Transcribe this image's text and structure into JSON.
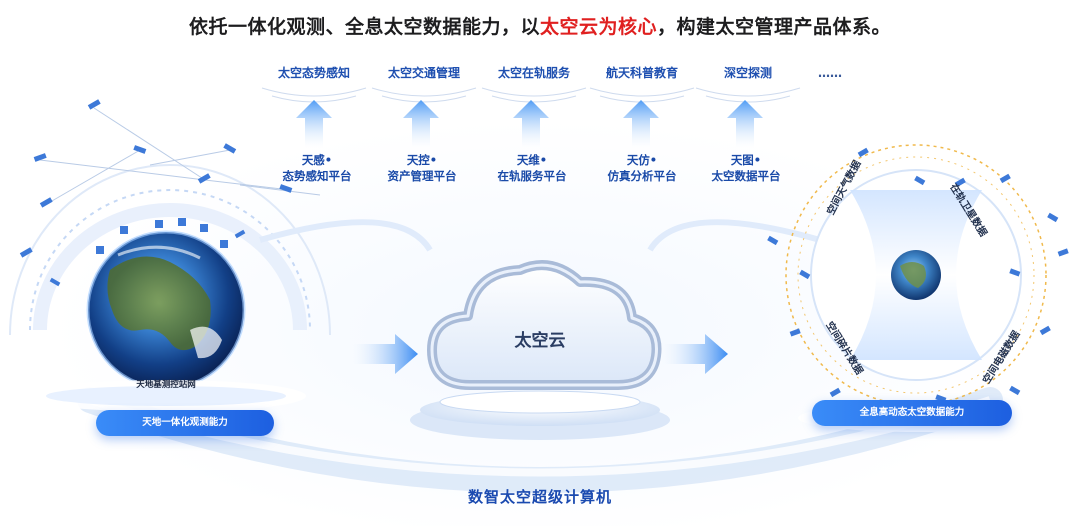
{
  "headline": {
    "prefix": "依托一体化观测、全息太空数据能力，以",
    "highlight": "太空云为核心",
    "suffix": "，构建太空管理产品体系。"
  },
  "products": [
    "太空态势感知",
    "太空交通管理",
    "太空在轨服务",
    "航天科普教育",
    "深空探测",
    "……"
  ],
  "platforms": [
    {
      "line1": "天感•",
      "line2": "态势感知平台"
    },
    {
      "line1": "天控•",
      "line2": "资产管理平台"
    },
    {
      "line1": "天维•",
      "line2": "在轨服务平台"
    },
    {
      "line1": "天仿•",
      "line2": "仿真分析平台"
    },
    {
      "line1": "天图•",
      "line2": "太空数据平台"
    }
  ],
  "cloud": {
    "label": "太空云"
  },
  "left": {
    "station_label": "天地基测控站网",
    "capability": "天地一体化观测能力"
  },
  "right": {
    "capability": "全息高动态太空数据能力",
    "ring": [
      "空间天气数据",
      "在轨卫星数据",
      "空间碎片数据",
      "空间电磁数据"
    ]
  },
  "bottom": {
    "label": "数智太空超级计算机"
  },
  "colors": {
    "accent": "#1d5fe0",
    "highlight": "#e02020",
    "text": "#1d1d1f"
  }
}
